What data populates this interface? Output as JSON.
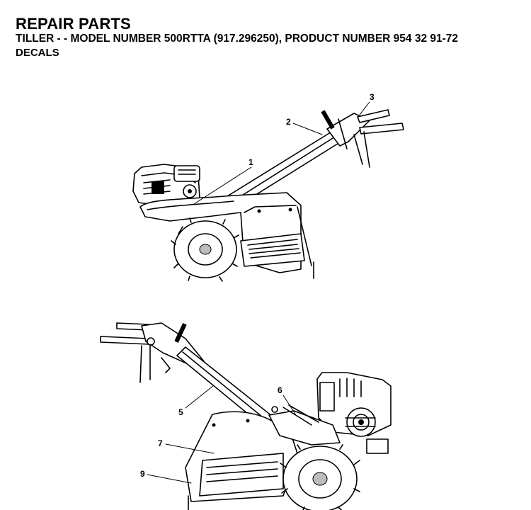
{
  "header": {
    "title": "REPAIR PARTS",
    "subtitle": " TILLER - - MODEL NUMBER 500RTTA (917.296250), PRODUCT NUMBER 954 32 91-72",
    "section": "DECALS"
  },
  "figure_top": {
    "callouts": [
      "1",
      "2",
      "3"
    ]
  },
  "figure_bottom": {
    "callouts": [
      "5",
      "6",
      "7",
      "9"
    ]
  }
}
